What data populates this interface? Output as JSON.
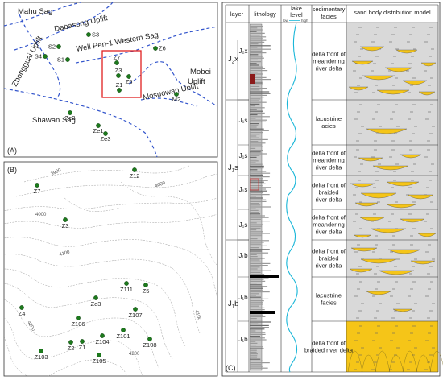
{
  "panel_a": {
    "label": "(A)",
    "regions": {
      "mahu": "Mahu Sag",
      "dabasong": "Dabasong Uplift",
      "wellpen": "Well Pen-1 Western Sag",
      "zhongguai": "Zhongguai Uplift",
      "mobei1": "Mobei",
      "mobei2": "Uplift",
      "mosuowan": "Mosuowan Uplift",
      "shawan": "Shawan Sag"
    },
    "wells": [
      "S3",
      "S2",
      "S4",
      "S1",
      "Z6",
      "Z7",
      "Z3",
      "Z5",
      "Z1",
      "M2",
      "Ze2",
      "Ze1",
      "Ze3"
    ]
  },
  "panel_b": {
    "label": "(B)",
    "contours": [
      "3900",
      "4000",
      "4000",
      "4100",
      "4100",
      "4200",
      "4200"
    ],
    "wells": [
      "Z12",
      "Z7",
      "Z3",
      "Z111",
      "Z5",
      "Ze3",
      "Z107",
      "Z4",
      "Z106",
      "Z101",
      "Z104",
      "Z2",
      "Z1",
      "Z108",
      "Z103",
      "Z105"
    ]
  },
  "panel_c": {
    "label": "(C)",
    "headers": {
      "layer": "layer",
      "lithology": "lithology",
      "lake": "lake",
      "level": "level",
      "low": "low",
      "high": "high",
      "sed1": "sedimentary",
      "sed2": "facies",
      "model": "sand body distribution model"
    },
    "layers": [
      {
        "main": "J",
        "sub": "2",
        "letter": "x"
      },
      {
        "main": "J",
        "sub": "1",
        "letter": "s"
      },
      {
        "main": "J",
        "sub": "1",
        "letter": "b"
      }
    ],
    "small_labels": [
      "J₂x",
      "J₁s",
      "J₁s",
      "J₁s",
      "J₁s",
      "J₁b",
      "J₁b",
      "J₁b"
    ],
    "facies": [
      [
        "delta front of",
        "meandering",
        "river delta"
      ],
      [
        "lacustrine",
        "acies"
      ],
      [
        "delta front of",
        "meandering",
        "river delta"
      ],
      [
        "delta front of",
        "braided",
        "river delta"
      ],
      [
        "delta front of",
        "meandering",
        "river delta"
      ],
      [
        "delta front of",
        "braided",
        "river delta"
      ],
      [
        "lacustrine",
        "facies"
      ],
      [
        "delta front of",
        "braided river delta"
      ]
    ]
  }
}
